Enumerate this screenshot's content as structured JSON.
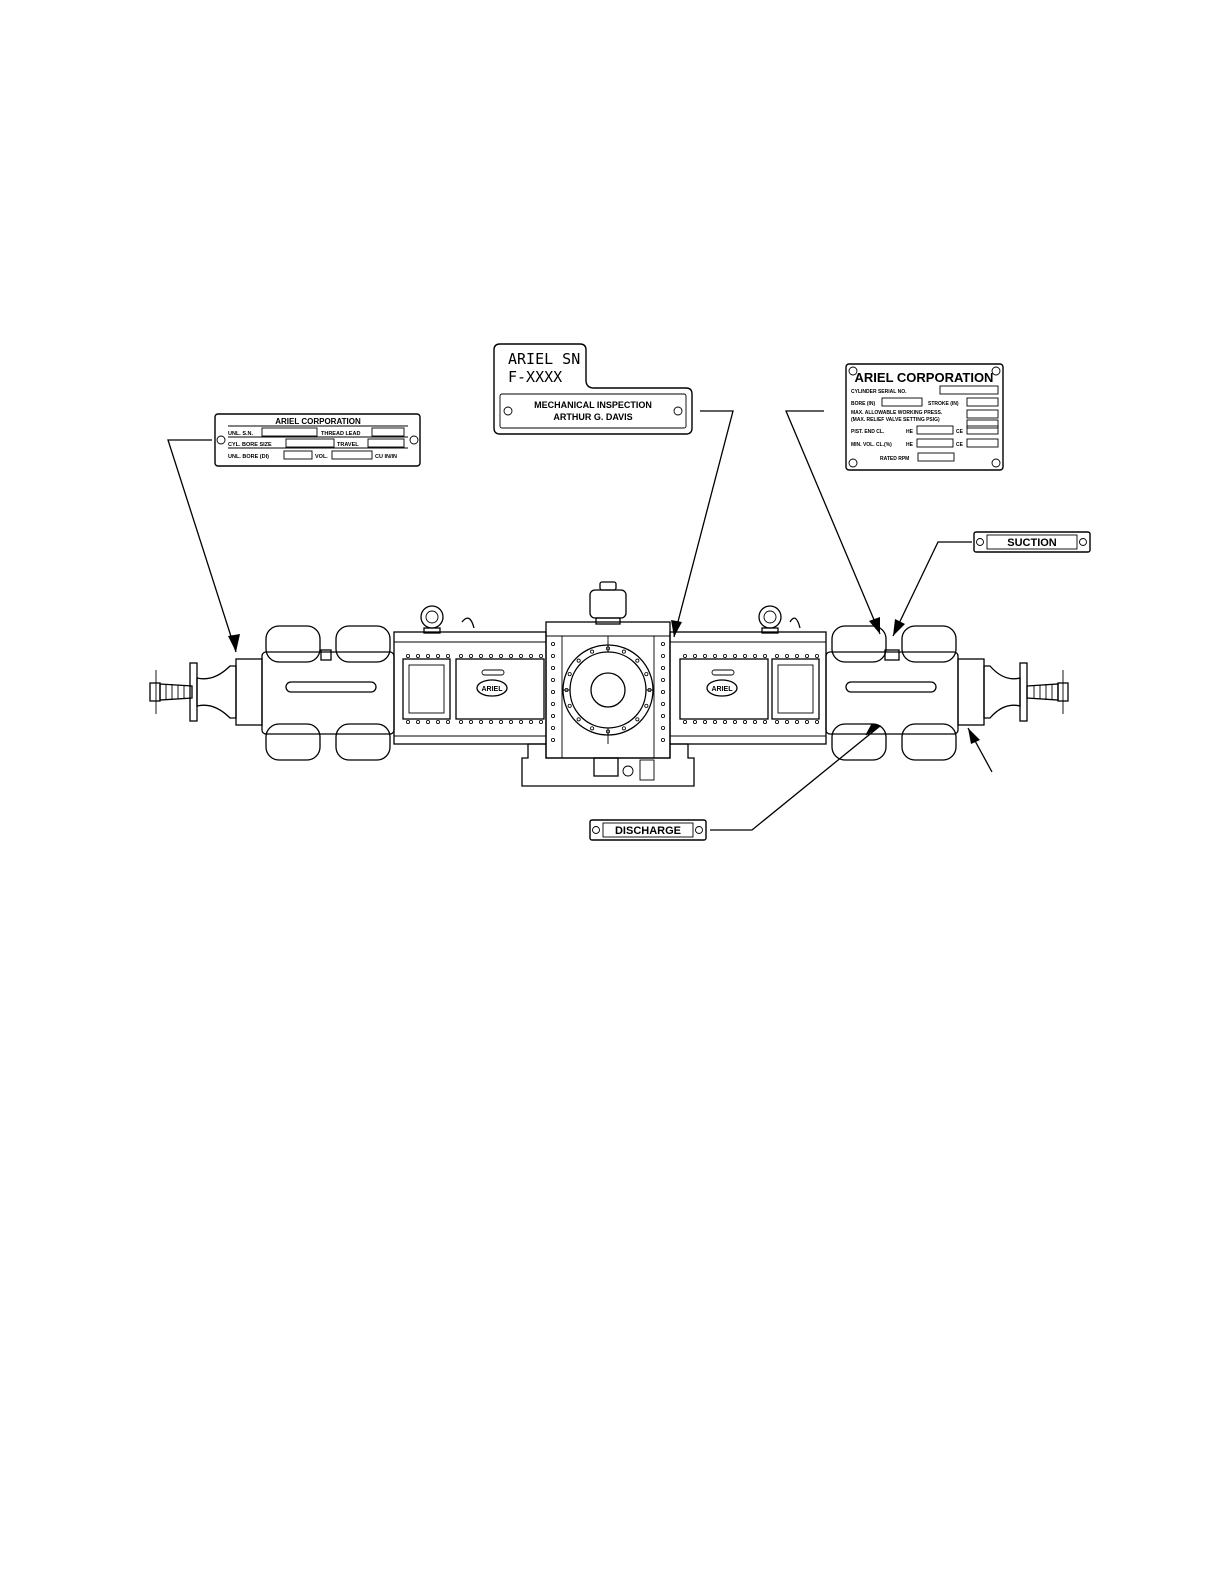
{
  "plates": {
    "cylinder_plate": {
      "title": "ARIEL CORPORATION",
      "row1_a": "UNL. S.N.",
      "row1_b": "THREAD LEAD",
      "row2_a": "CYL. BORE SIZE",
      "row2_b": "TRAVEL",
      "row3_a": "UNL. BORE (DI)",
      "row3_b": "VOL.",
      "row3_c": "CU IN/IN"
    },
    "serial_plate": {
      "line1": "ARIEL SN",
      "line2": "F-XXXX",
      "inspection_1": "MECHANICAL INSPECTION",
      "inspection_2": "ARTHUR G. DAVIS"
    },
    "corporation_plate": {
      "title": "ARIEL CORPORATION",
      "serial": "CYLINDER SERIAL NO.",
      "bore": "BORE (IN)",
      "stroke": "STROKE (IN)",
      "mawp": "MAX. ALLOWABLE WORKING PRESS.",
      "relief": "(MAX. RELIEF VALVE SETTING PSIG)",
      "pist_end": "PIST. END CL.",
      "min_vol": "MIN. VOL. CL.(%)",
      "he": "HE",
      "ce": "CE",
      "rated_rpm": "RATED RPM"
    },
    "suction_label": "SUCTION",
    "discharge_label": "DISCHARGE",
    "logo_text": "ARIEL"
  }
}
